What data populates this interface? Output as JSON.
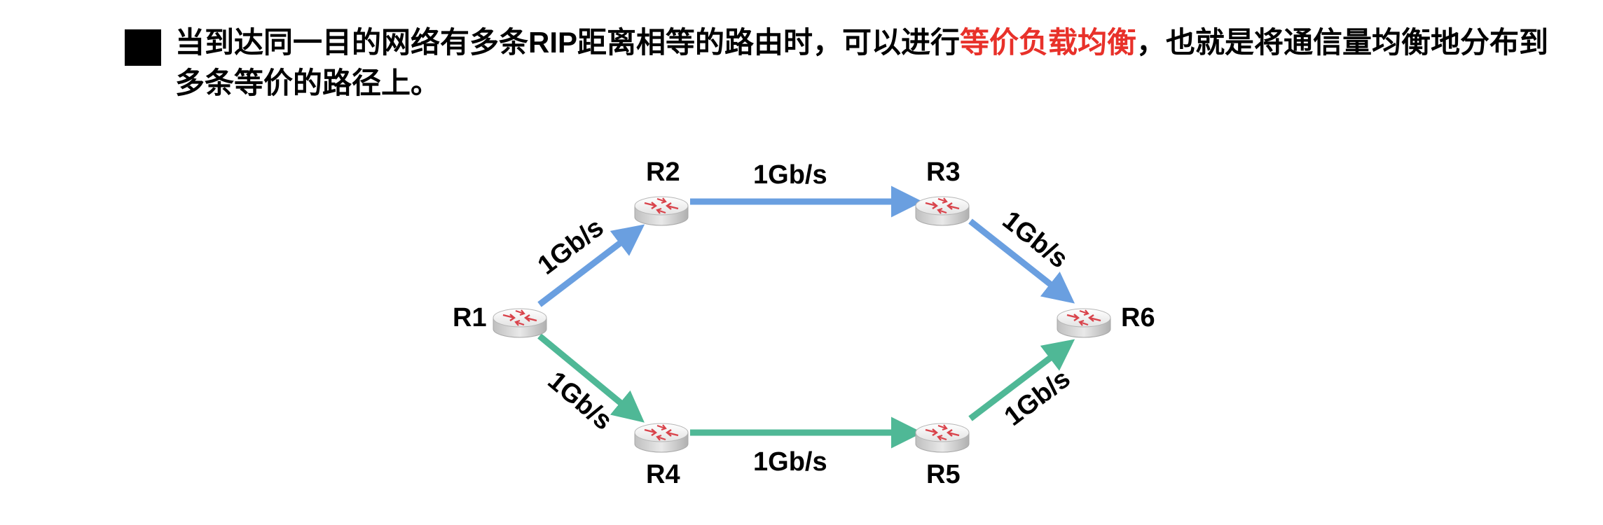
{
  "description": {
    "part1": "当到达同一目的网络有多条RIP距离相等的路由时，可以进行",
    "highlight": "等价负载均衡",
    "part2": "，也就是将通信量均衡地分布到多条等价的路径上。",
    "highlight_color": "#e8312a"
  },
  "routers": {
    "r1": "R1",
    "r2": "R2",
    "r3": "R3",
    "r4": "R4",
    "r5": "R5",
    "r6": "R6"
  },
  "links": {
    "r1_r2": "1Gb/s",
    "r2_r3": "1Gb/s",
    "r3_r6": "1Gb/s",
    "r1_r4": "1Gb/s",
    "r4_r5": "1Gb/s",
    "r5_r6": "1Gb/s"
  },
  "colors": {
    "upper_path": "#6a9fe0",
    "lower_path": "#4fb896"
  }
}
